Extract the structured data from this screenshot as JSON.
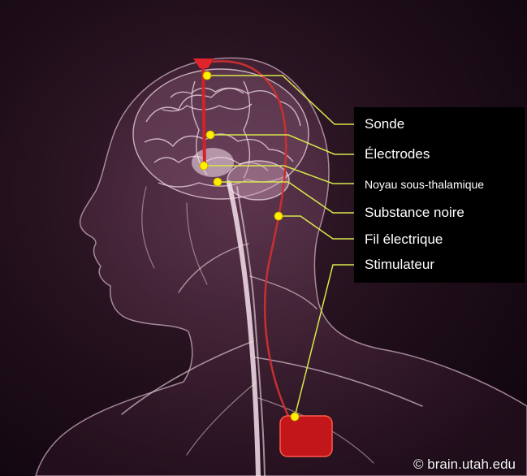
{
  "labels": {
    "sonde": "Sonde",
    "electrodes": "Électrodes",
    "noyau": "Noyau sous-thalamique",
    "substance": "Substance noire",
    "fil": "Fil électrique",
    "stimulateur": "Stimulateur"
  },
  "credit": "© brain.utah.edu",
  "colors": {
    "background": "#1e0d18",
    "nerves": "#efd8e4",
    "leader": "#d7e84b",
    "marker": "#ffee00",
    "device": "#c3161b"
  }
}
